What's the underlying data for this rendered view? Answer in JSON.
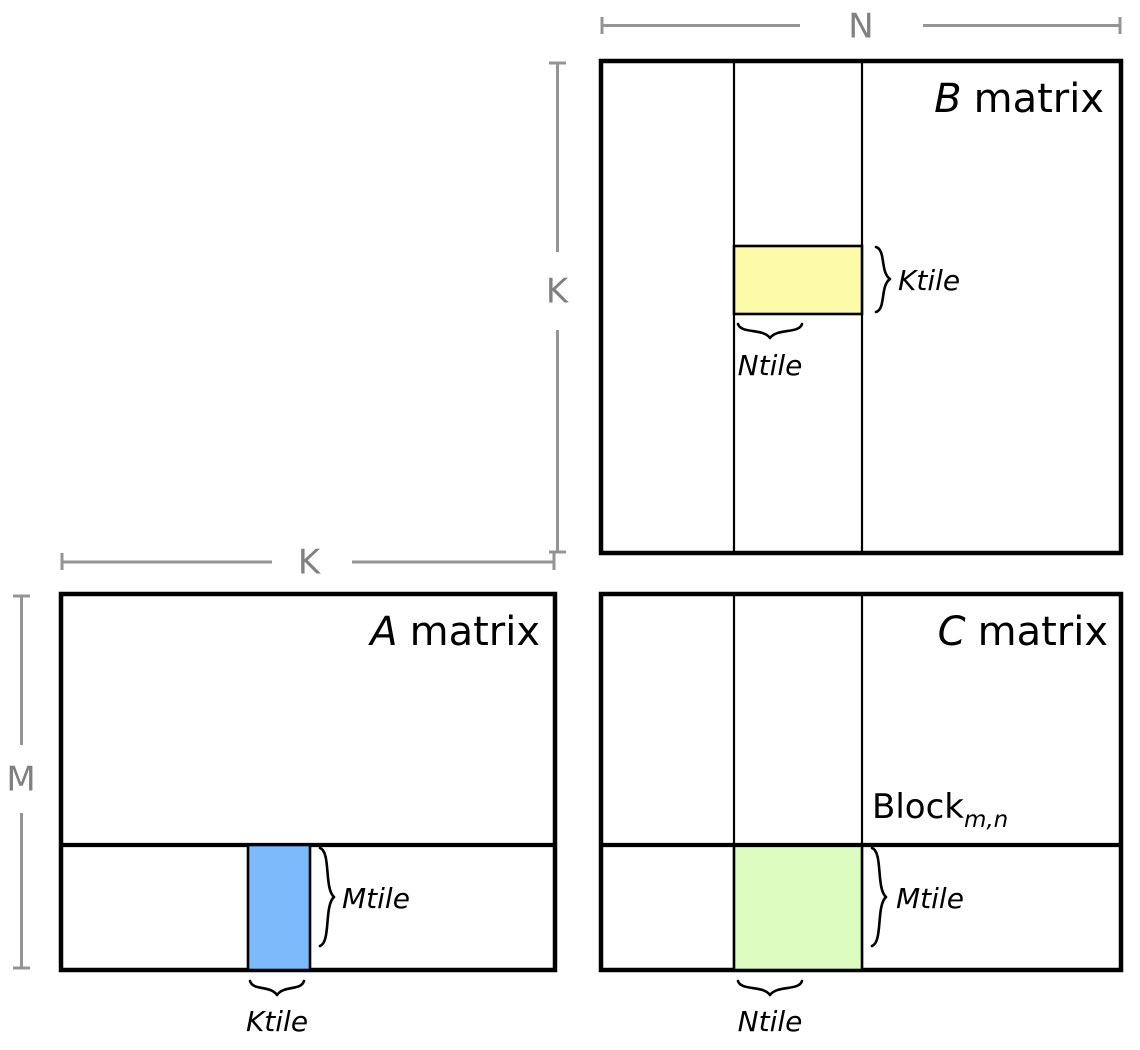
{
  "figure": {
    "kind": "matrix-multiply-tiling-diagram",
    "dimensions": {
      "N": "N",
      "K_b": "K",
      "K_a": "K",
      "M": "M"
    },
    "matrices": {
      "b": {
        "title_letter": "B",
        "title_word": "matrix",
        "ktile_label": "Ktile",
        "ntile_label": "Ntile",
        "band_color": "#fdfdee",
        "tile_color": "#fbfba9"
      },
      "a": {
        "title_letter": "A",
        "title_word": "matrix",
        "mtile_label": "Mtile",
        "ktile_label": "Ktile",
        "band_color": "#e8f2fe",
        "tile_color": "#7cbafb"
      },
      "c": {
        "title_letter": "C",
        "title_word": "matrix",
        "block_label": "Block",
        "block_sub": "m,n",
        "mtile_label": "Mtile",
        "ntile_label": "Ntile",
        "tile_color": "#ddfcc0"
      }
    },
    "colors": {
      "rule": "#949494",
      "stroke": "#000000",
      "background": "#ffffff"
    }
  }
}
